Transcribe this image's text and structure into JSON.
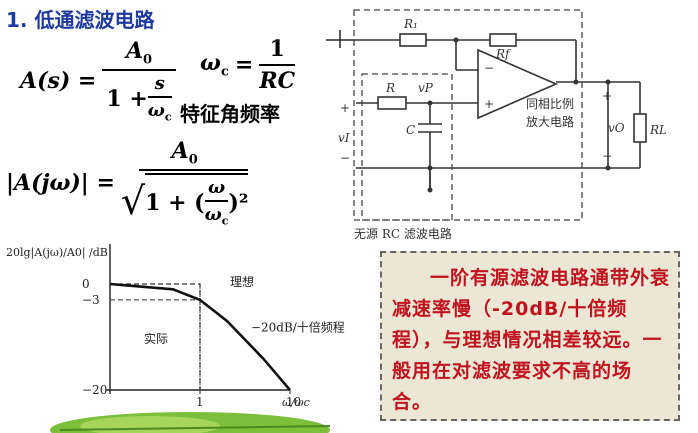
{
  "title": "1. 低通滤波电路",
  "formulas": {
    "transfer": {
      "lhs": "A(s) =",
      "num": "A",
      "num_sub": "0",
      "den_prefix": "1 +",
      "inner_num": "s",
      "inner_den": "ω",
      "inner_den_sub": "c"
    },
    "cutoff": {
      "lhs": "ω",
      "lhs_sub": "c",
      "eq": "=",
      "num": "1",
      "den": "RC"
    },
    "cutoff_label": "特征角频率",
    "magnitude": {
      "lhs": "|A(jω)| =",
      "num": "A",
      "num_sub": "0",
      "den_expr": "1 + (",
      "frac_num": "ω",
      "frac_den": "ω",
      "frac_den_sub": "c",
      "power": ")²"
    }
  },
  "circuit": {
    "r1": "R₁",
    "rf": "Rf",
    "r": "R",
    "c": "C",
    "rl": "RL",
    "vp": "vP",
    "vi": "vI",
    "vo": "vO",
    "amp_label_1": "同相比例",
    "amp_label_2": "放大电路",
    "passive_label": "无源 RC 滤波电路",
    "plus": "+",
    "minus": "−"
  },
  "chart_data": {
    "type": "line",
    "ylabel": "20lg|A(jω)/A0| /dB",
    "xlabel": "ω/ωc",
    "x_ticks": [
      "1",
      "10"
    ],
    "y_ticks": [
      "0",
      "−3",
      "−20"
    ],
    "series": [
      {
        "name": "实际",
        "x": [
          0.1,
          0.5,
          1,
          2,
          5,
          10
        ],
        "y": [
          0,
          -1,
          -3,
          -7,
          -14,
          -20
        ]
      },
      {
        "name": "理想",
        "x": [
          0.1,
          1,
          1
        ],
        "y": [
          0,
          0,
          -20
        ]
      }
    ],
    "annotations": [
      "理想",
      "实际",
      "−20dB/十倍频程"
    ]
  },
  "note": "一阶有源滤波电路通带外衰减速率慢（-20dB/十倍频程），与理想情况相差较远。一般用在对滤波要求不高的场合。"
}
